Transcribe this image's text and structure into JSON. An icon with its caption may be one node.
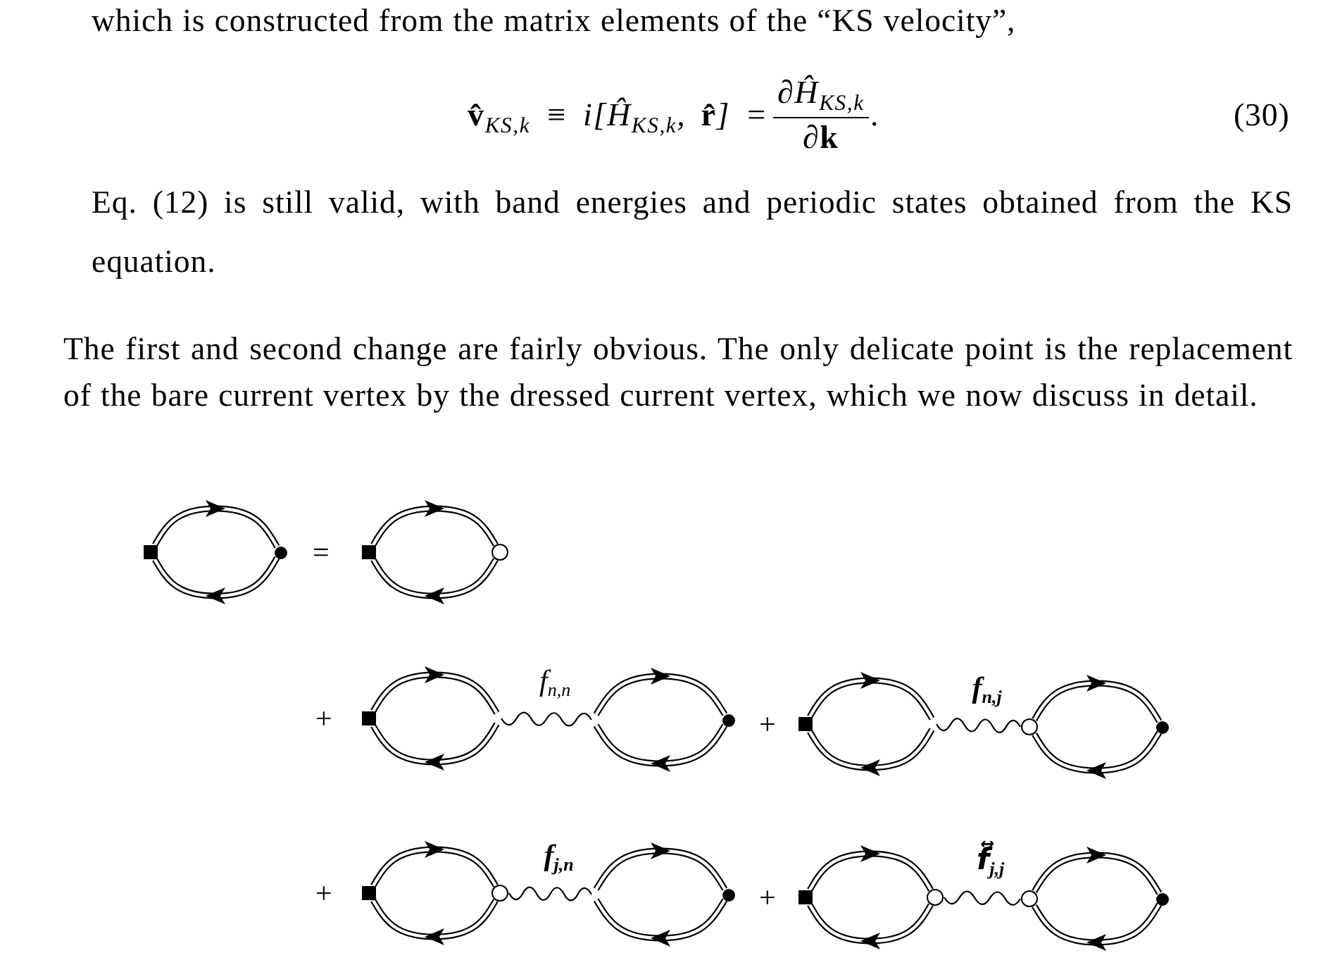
{
  "diagram": {
    "nodes": [
      {
        "text": [],
        "shape": "ellipse"
      },
      {
        "text": [],
        "shape": "ellipse"
      },
      {
        "text": [],
        "shape": "ellipse"
      },
      {
        "text": [],
        "shape": "ellipse"
      },
      {
        "text": [],
        "shape": "ellipse"
      },
      {
        "text": [],
        "shape": "ellipse"
      },
      {
        "text": [],
        "shape": "ellipse"
      },
      {
        "text": [],
        "shape": "ellipse"
      },
      {
        "text": [],
        "shape": "ellipse"
      },
      {
        "text": [],
        "shape": "ellipse"
      }
    ],
    "edges": [
      {
        "from": 2,
        "to": 3,
        "arrow": "none",
        "label": "f$_{n,n}$"
      },
      {
        "from": 4,
        "to": 5,
        "arrow": "none",
        "label": "**f**$_{n,j}$"
      },
      {
        "from": 6,
        "to": 7,
        "arrow": "none",
        "label": "**f**$_{j,n}$"
      },
      {
        "from": 8,
        "to": 9,
        "arrow": "none",
        "label": "**f⃡**$_{j,j}$"
      }
    ],
    "labels": [
      "which is constructed from the matrix elements of the “KS velocity”,",
      "**v̂**$_{KS,k}$ ≡ i[Ĥ$_{KS,k}$, **r̂**] =",
      "∂Ĥ$_{KS,k}$",
      "∂**k**",
      ".",
      "(30)",
      "Eq. (12) is still valid, with band energies and periodic states obtained from the KS equation.",
      "The first and second change are fairly obvious. The only delicate point is the replacement of the bare current vertex by the dressed current vertex, which we now discuss in detail.",
      "=",
      "+",
      "+",
      "+",
      "+"
    ]
  }
}
